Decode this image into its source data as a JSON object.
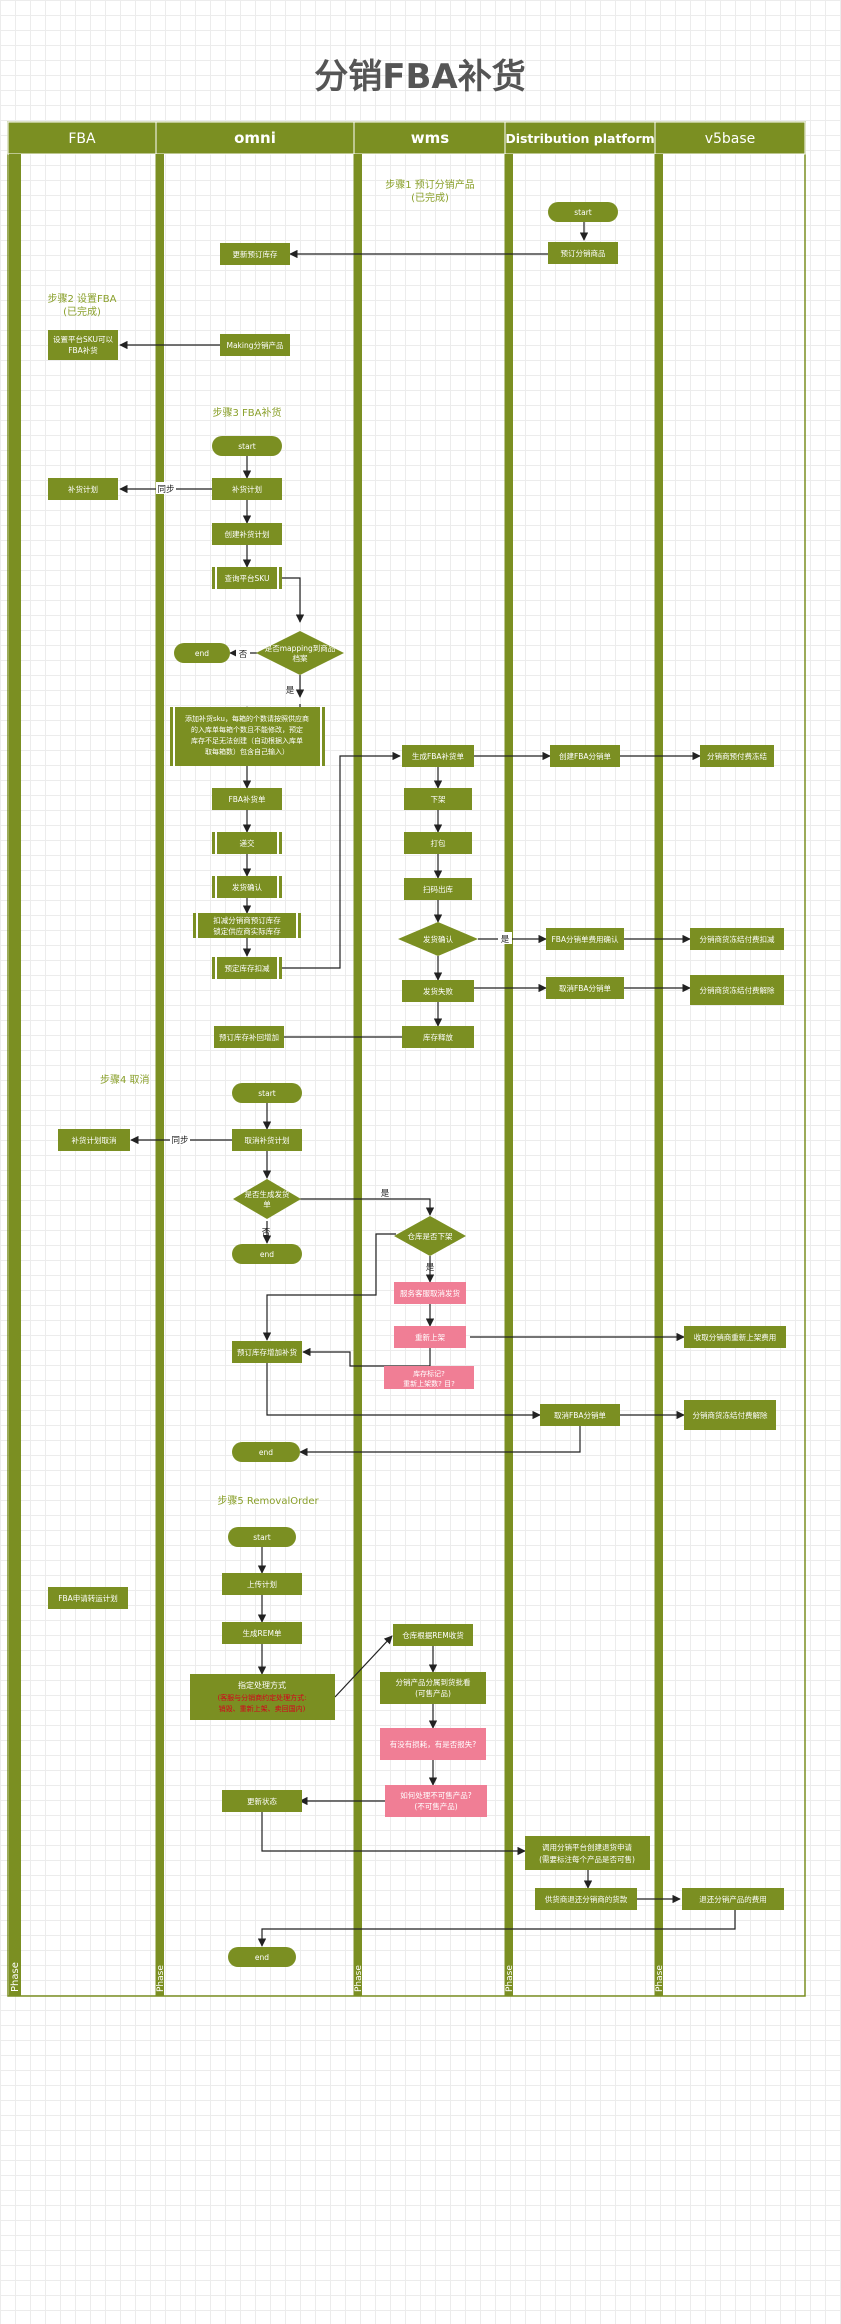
{
  "title": "分销FBA补货",
  "lanes": [
    "FBA",
    "omni",
    "wms",
    "Distribution platform",
    "v5base"
  ],
  "phase_label": "Phase",
  "colors": {
    "green": "#7b8f22",
    "pink": "#f07e95",
    "label": "#8aa02b",
    "line": "#222222",
    "red": "#d6001c"
  },
  "steps": {
    "s1": "步骤1 预订分销产品",
    "s1b": "(已完成)",
    "s2": "步骤2 设置FBA",
    "s2b": "(已完成)",
    "s3": "步骤3 FBA补货",
    "s4": "步骤4 取消",
    "s5": "步骤5 RemovalOrder"
  },
  "labels": {
    "sync": "同步",
    "no": "否",
    "yes": "是",
    "end": "end",
    "start": "start"
  },
  "nodes": {
    "start1": "start",
    "reserve_product": "预订分销商品",
    "update_reserve_stock": "更新预订库存",
    "making_product": "Making分销产品",
    "set_platform_sku_1": "设置平台SKU可以",
    "set_platform_sku_2": "FBA补货",
    "start2": "start",
    "replenish_plan": "补货计划",
    "fba_replenish_plan": "补货计划",
    "create_plan": "创建补货计划",
    "query_sku": "查询平台SKU",
    "mapping_1": "是否mapping到商品",
    "mapping_2": "档案",
    "end1": "end",
    "add_sku_1": "添加补货sku，每箱的个数请按照供应商",
    "add_sku_2": "的入库单每箱个数且不能修改，预定",
    "add_sku_3": "库存不足无法创建（自动根据入库单",
    "add_sku_4": "取每箱数）包含自己输入）",
    "fba_replenish_order": "FBA补货单",
    "submit": "递交",
    "ship_confirm": "发货确认",
    "deduct_1": "扣减分销商预订库存",
    "deduct_2": "锁定供应商实际库存",
    "reserve_deduct": "预定库存扣减",
    "gen_fba_order": "生成FBA补货单",
    "pick": "下架",
    "pack": "打包",
    "scan_out": "扫码出库",
    "ship_confirm_diamond": "发货确认",
    "ship_fail": "发货失败",
    "stock_release": "库存释放",
    "reserve_increase": "预订库存补回增加",
    "create_fba_dist": "创建FBA分销单",
    "fba_fee_confirm": "FBA分销单费用确认",
    "cancel_fba_dist": "取消FBA分销单",
    "dist_prepay_freeze": "分销商预付费冻结",
    "dist_prepay_deduct": "分销商货冻结付费扣减",
    "dist_prepay_unfreeze": "分销商货冻结付费解除",
    "start3": "start",
    "cancel_plan_fba": "补货计划取消",
    "cancel_plan": "取消补货计划",
    "gen_ship_order_1": "是否生成发货",
    "gen_ship_order_2": "单",
    "end2": "end",
    "stock_picked": "仓库是否下架",
    "customer_cancel": "服务客服取消发货",
    "re_shelve": "重新上架",
    "shelve_fail_1": "库存标记?",
    "shelve_fail_2": "重新上架数? 目?",
    "reserve_increase2": "预订库存增加补货",
    "cancel_fba_dist2": "取消FBA分销单",
    "fee_reshelve": "收取分销商重新上架费用",
    "dist_unfreeze2": "分销商货冻结付费解除",
    "end3": "end",
    "start4": "start",
    "fba_removal_plan": "FBA申请转运计划",
    "upload_plan": "上传计划",
    "gen_rem": "生成REM单",
    "specify_1": "指定处理方式",
    "specify_2": "(客服与分销商约定处理方式:",
    "specify_3": "销毁、重新上架、卖回国内)",
    "warehouse_rem": "仓库根据REM收货",
    "dist_product_1": "分销产品分属到货批看",
    "dist_product_2": "(可售产品)",
    "sellable_pink": "有没有损耗，有是否报失?",
    "unsellable_1": "如何处理不可售产品?",
    "unsellable_2": "(不可售产品)",
    "update_status": "更新状态",
    "apply_1": "调用分销平台创建退货申请",
    "apply_2": "(需要标注每个产品是否可售)",
    "supplier_refund": "供货商退还分销商的货款",
    "return_fee": "退还分销产品的费用",
    "end4": "end"
  }
}
